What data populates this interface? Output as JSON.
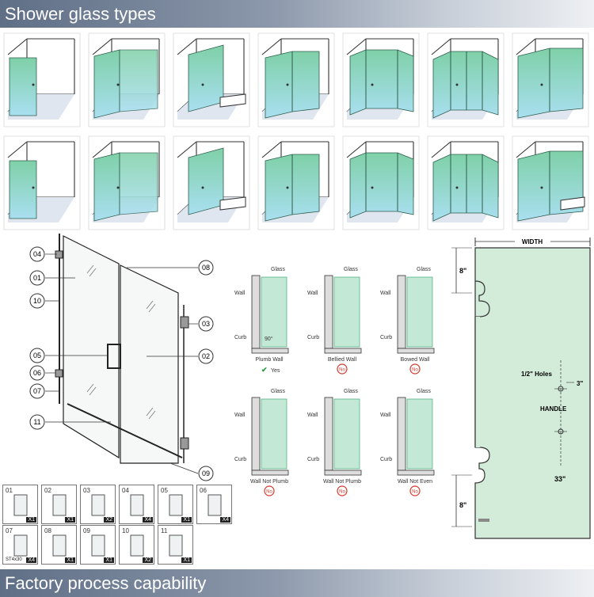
{
  "header": {
    "title": "Shower glass types"
  },
  "footer": {
    "title": "Factory process capability"
  },
  "shower_types_count": 14,
  "assembly": {
    "callouts": [
      "04",
      "01",
      "10",
      "05",
      "06",
      "07",
      "11",
      "08",
      "03",
      "02",
      "09"
    ]
  },
  "install_conditions": [
    {
      "name": "Plumb Wall",
      "status": "Yes",
      "ok": true
    },
    {
      "name": "Bellied Wall",
      "status": "No",
      "ok": false
    },
    {
      "name": "Bowed Wall",
      "status": "No",
      "ok": false
    },
    {
      "name": "Wall Not Plumb",
      "status": "No",
      "ok": false
    },
    {
      "name": "Wall Not Plumb",
      "status": "No",
      "ok": false
    },
    {
      "name": "Wall Not Even",
      "status": "No",
      "ok": false
    }
  ],
  "install_labels": {
    "glass": "Glass",
    "wall": "Wall",
    "curb": "Curb",
    "angle": "90°"
  },
  "dimensions": {
    "width": "WIDTH",
    "top_offset": "8\"",
    "bottom_offset": "8\"",
    "holes": "1/2\" Holes",
    "handle_spacing": "3\"",
    "handle": "HANDLE",
    "hinge_spacing": "33\""
  },
  "parts": [
    {
      "num": "01",
      "qty": "X1"
    },
    {
      "num": "02",
      "qty": "X1"
    },
    {
      "num": "03",
      "qty": "X2"
    },
    {
      "num": "04",
      "qty": "X4"
    },
    {
      "num": "05",
      "qty": "X1"
    },
    {
      "num": "06",
      "qty": "X4"
    },
    {
      "num": "07",
      "qty": "X4",
      "label": "ST4x30"
    },
    {
      "num": "08",
      "qty": "X1"
    },
    {
      "num": "09",
      "qty": "X1"
    },
    {
      "num": "10",
      "qty": "X2"
    },
    {
      "num": "11",
      "qty": "X1"
    }
  ],
  "colors": {
    "banner": "#6d7b90",
    "glass": "#7cc9b0",
    "no_sign": "#d23a2a",
    "yes_check": "#2a9a3a"
  }
}
